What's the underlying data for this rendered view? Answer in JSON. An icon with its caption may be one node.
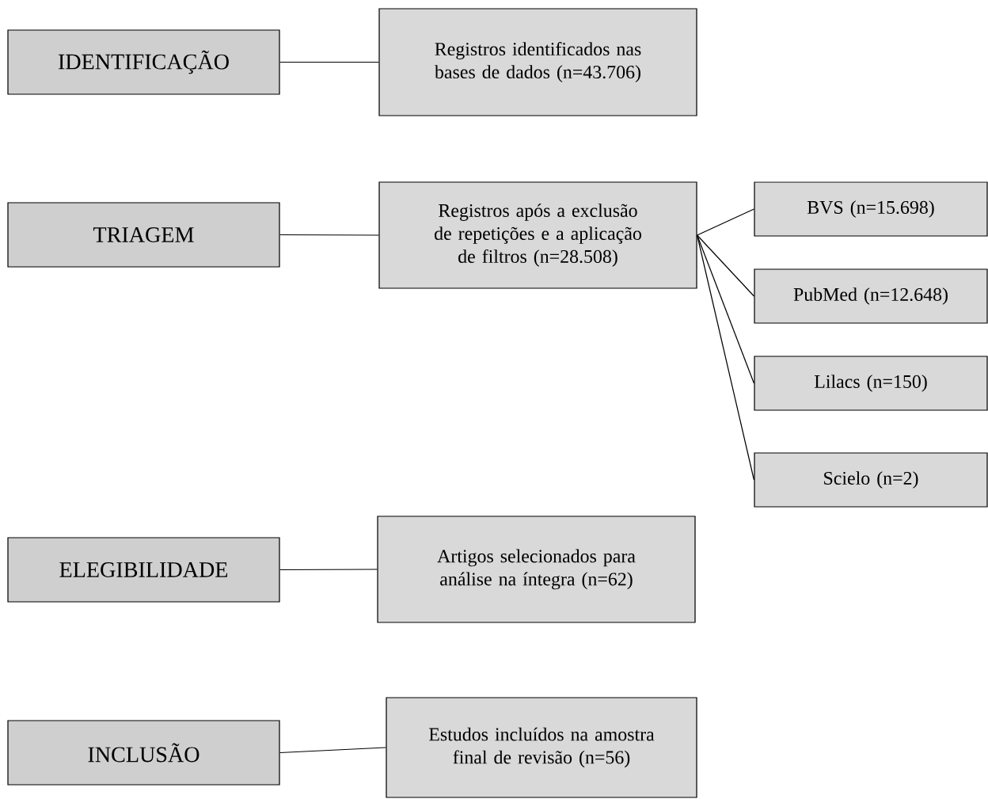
{
  "diagram": {
    "nodes": [
      {
        "text": [
          "IDENTIFICAÇÃO"
        ]
      },
      {
        "text": [
          "Registros identificados nas bases de dados (n=43.706)"
        ]
      },
      {
        "text": [
          "TRIAGEM"
        ]
      },
      {
        "text": [
          "Registros após a exclusão de repetições e a aplicação de filtros (n=28.508)"
        ]
      },
      {
        "text": [
          "BVS (n=15.698)"
        ]
      },
      {
        "text": [
          "PubMed (n=12.648)"
        ]
      },
      {
        "text": [
          "Lilacs (n=150)"
        ]
      },
      {
        "text": [
          "Scielo (n=2)"
        ]
      },
      {
        "text": [
          "ELEGIBILIDADE"
        ]
      },
      {
        "text": [
          "Artigos selecionados para análise na íntegra (n=62)"
        ]
      },
      {
        "text": [
          "INCLUSÃO"
        ]
      },
      {
        "text": [
          "Estudos incluídos na amostra final de revisão (n=56)"
        ]
      }
    ],
    "edges": [
      {
        "from": 0,
        "to": 1,
        "arrow": "none"
      },
      {
        "from": 2,
        "to": 3,
        "arrow": "none"
      },
      {
        "from": 3,
        "to": 4,
        "arrow": "none"
      },
      {
        "from": 3,
        "to": 5,
        "arrow": "none"
      },
      {
        "from": 3,
        "to": 6,
        "arrow": "none"
      },
      {
        "from": 3,
        "to": 7,
        "arrow": "none"
      },
      {
        "from": 8,
        "to": 9,
        "arrow": "none"
      },
      {
        "from": 10,
        "to": 11,
        "arrow": "none"
      }
    ]
  }
}
